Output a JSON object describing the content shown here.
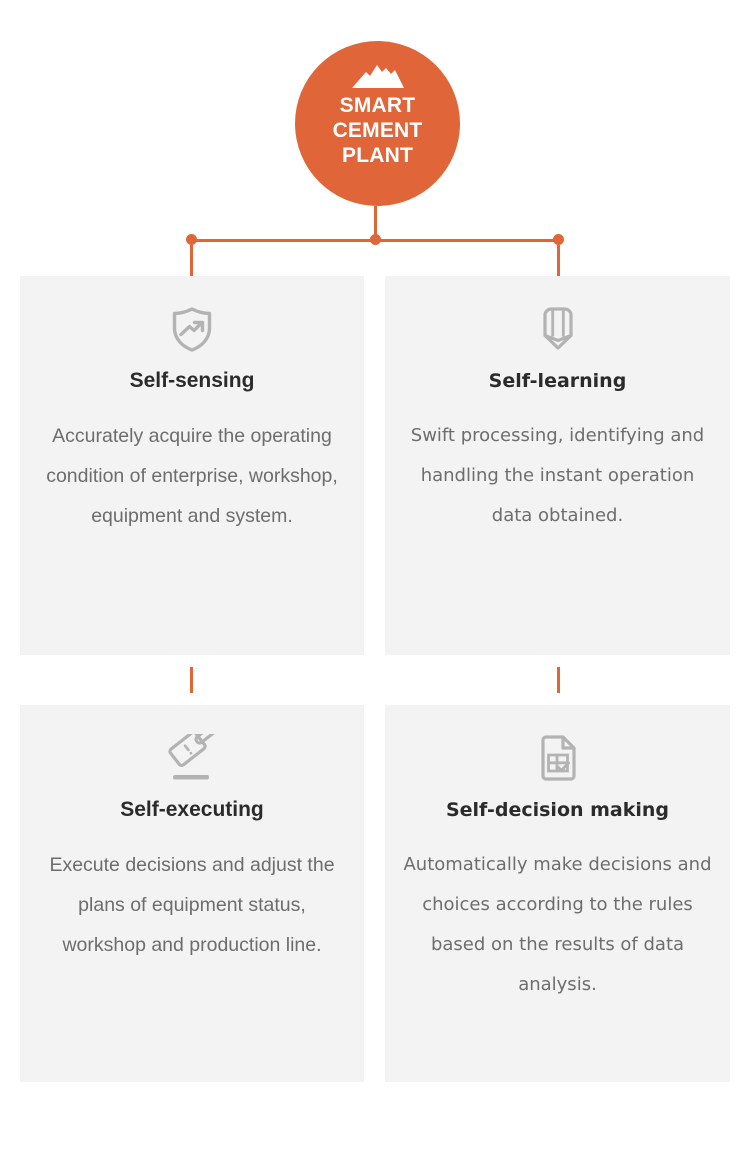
{
  "colors": {
    "accent": "#e0663a",
    "card_bg": "#f3f3f3",
    "title_text": "#2b2b2b",
    "body_text": "#6d6d6d",
    "icon_gray": "#b3b3b3",
    "page_bg": "#ffffff"
  },
  "hub": {
    "icon": "mountain-icon",
    "title": "SMART\nCEMENT\nPLANT"
  },
  "connectors": {
    "dot_count": 3,
    "dots": [
      "left-branch-dot",
      "center-branch-dot",
      "right-branch-dot"
    ]
  },
  "cards": [
    {
      "id": "self-sensing",
      "icon": "shield-trending-icon",
      "title": "Self-sensing",
      "body": "Accurately acquire the operating condition of enterprise, workshop, equipment and system."
    },
    {
      "id": "self-learning",
      "icon": "pencil-tip-icon",
      "title": "Self-learning",
      "body": "Swift processing, identifying and handling the instant operation data obtained."
    },
    {
      "id": "self-executing",
      "icon": "gavel-icon",
      "title": "Self-executing",
      "body": "Execute decisions and adjust the plans of equipment status, workshop and production line."
    },
    {
      "id": "self-decision-making",
      "icon": "document-table-check-icon",
      "title": "Self-decision making",
      "body": "Automatically make decisions and choices according to the rules based on the results of data analysis."
    }
  ]
}
